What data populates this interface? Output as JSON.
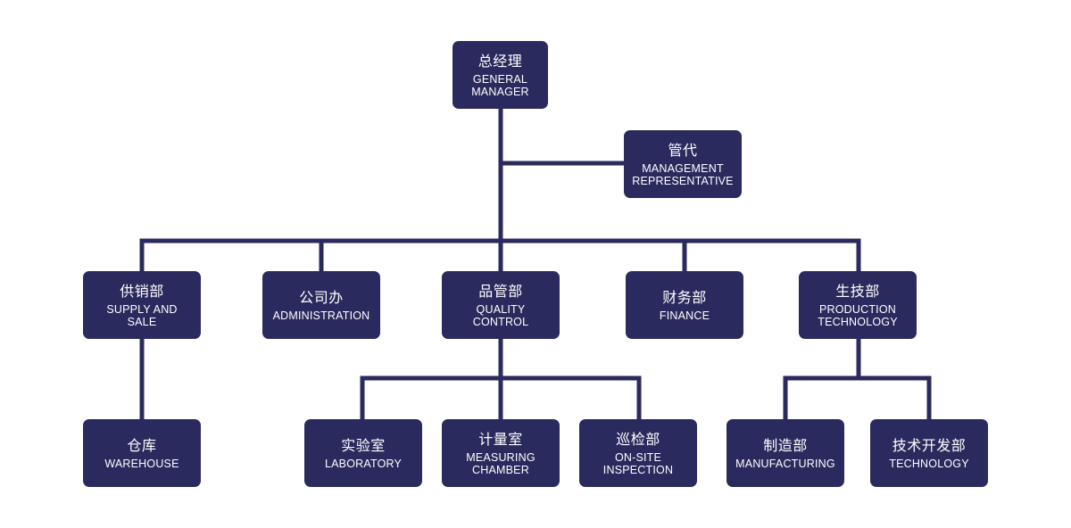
{
  "org_chart": {
    "colors": {
      "node_fill": "#2b2a5e",
      "node_text": "#ffffff",
      "connector": "#2b2a5e",
      "background": "#ffffff"
    },
    "nodes": {
      "general_manager": {
        "zh": "总经理",
        "en": "GENERAL\nMANAGER"
      },
      "management_rep": {
        "zh": "管代",
        "en": "MANAGEMENT\nREPRESENTATIVE"
      },
      "supply_sale": {
        "zh": "供销部",
        "en": "SUPPLY AND\nSALE"
      },
      "administration": {
        "zh": "公司办",
        "en": "ADMINISTRATION"
      },
      "quality_control": {
        "zh": "品管部",
        "en": "QUALITY CONTROL"
      },
      "finance": {
        "zh": "财务部",
        "en": "FINANCE"
      },
      "production_tech": {
        "zh": "生技部",
        "en": "PRODUCTION\nTECHNOLOGY"
      },
      "warehouse": {
        "zh": "仓库",
        "en": "WAREHOUSE"
      },
      "laboratory": {
        "zh": "实验室",
        "en": "LABORATORY"
      },
      "measuring_chamber": {
        "zh": "计量室",
        "en": "MEASURING\nCHAMBER"
      },
      "onsite_inspection": {
        "zh": "巡检部",
        "en": "ON-SITE\nINSPECTION"
      },
      "manufacturing": {
        "zh": "制造部",
        "en": "MANUFACTURING"
      },
      "technology": {
        "zh": "技术开发部",
        "en": "TECHNOLOGY"
      }
    }
  }
}
